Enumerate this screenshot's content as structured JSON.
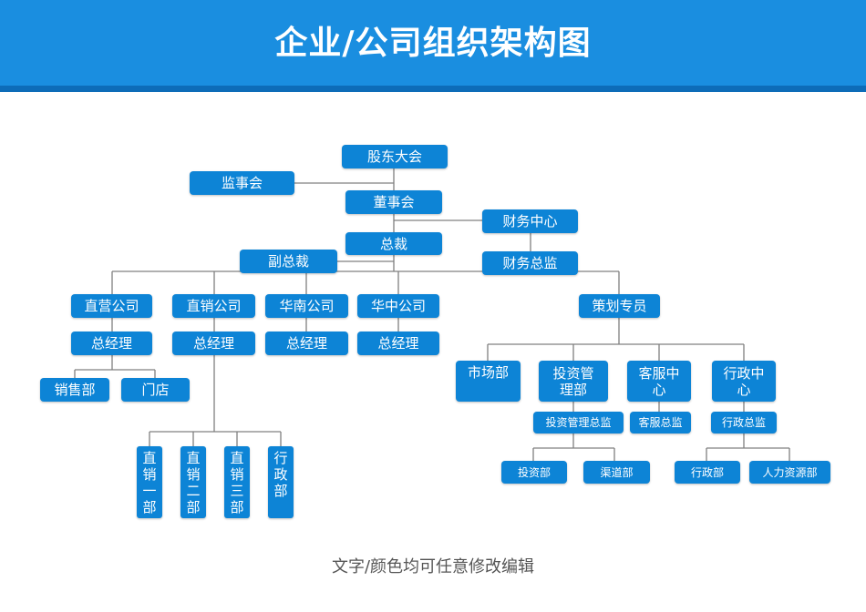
{
  "header": {
    "title": "企业/公司组织架构图"
  },
  "org": {
    "shareholders_meeting": "股东大会",
    "supervisory_board": "监事会",
    "board_of_directors": "董事会",
    "finance_center": "财务中心",
    "finance_director": "财务总监",
    "president": "总裁",
    "vice_president": "副总裁",
    "direct_company": "直营公司",
    "direct_company_gm": "总经理",
    "sales_dept": "销售部",
    "store": "门店",
    "direct_sales_company": "直销公司",
    "direct_sales_gm": "总经理",
    "direct_sales_dept_1": "直销一部",
    "direct_sales_dept_2": "直销二部",
    "direct_sales_dept_3": "直销三部",
    "admin_dept_vertical": "行政部",
    "south_china_company": "华南公司",
    "south_china_gm": "总经理",
    "central_china_company": "华中公司",
    "central_china_gm": "总经理",
    "planning_specialist": "策划专员",
    "marketing_dept": "市场部",
    "investment_management_dept": "投资管理部",
    "customer_service_center": "客服中心",
    "admin_center": "行政中心",
    "investment_director": "投资管理总监",
    "customer_service_director": "客服总监",
    "admin_director": "行政总监",
    "investment_dept": "投资部",
    "channel_dept": "渠道部",
    "admin_dept": "行政部",
    "hr_dept": "人力资源部"
  },
  "footer": {
    "note": "文字/颜色均可任意修改编辑"
  },
  "colors": {
    "header": "#1a8ee0",
    "node": "#0d84d6",
    "line": "#808080"
  }
}
